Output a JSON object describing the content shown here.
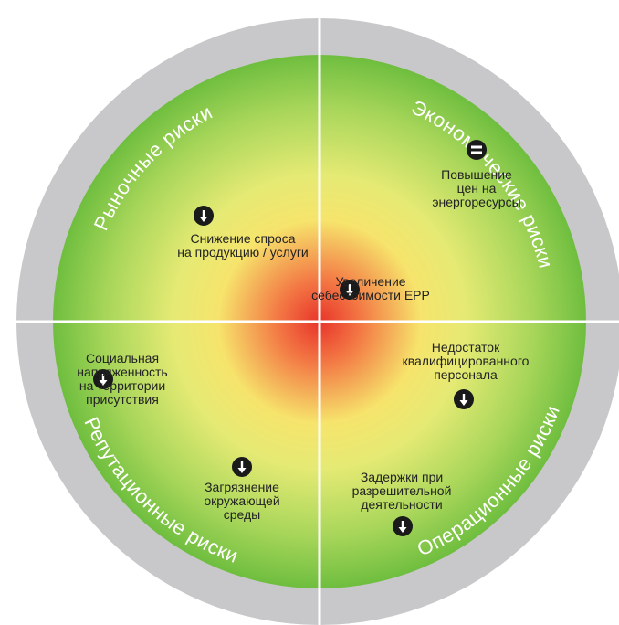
{
  "quadrants": {
    "market": {
      "title": "Рыночные риски"
    },
    "economic": {
      "title": "Экономические риски"
    },
    "reputational": {
      "title": "Репутационные риски"
    },
    "operational": {
      "title": "Операционные риски"
    }
  },
  "risks": [
    {
      "id": "demand",
      "trend": "down",
      "lines": [
        "Снижение спроса",
        "на продукцию / услуги"
      ]
    },
    {
      "id": "energy-prices",
      "trend": "equal",
      "lines": [
        "Повышение",
        "цен на",
        "энергоресурсы"
      ]
    },
    {
      "id": "cost",
      "trend": "down",
      "lines": [
        "Увеличение",
        "себестоимости ЕРР"
      ]
    },
    {
      "id": "social",
      "trend": "down",
      "lines": [
        "Социальная",
        "напряженность",
        "на территории",
        "присутствия"
      ]
    },
    {
      "id": "environment",
      "trend": "down",
      "lines": [
        "Загрязнение",
        "окружающей",
        "среды"
      ]
    },
    {
      "id": "staff",
      "trend": "down",
      "lines": [
        "Недостаток",
        "квалифицированного",
        "персонала"
      ]
    },
    {
      "id": "permits",
      "trend": "down",
      "lines": [
        "Задержки при",
        "разрешительной",
        "деятельности"
      ]
    }
  ],
  "colors": {
    "ring": "#c8c8ca",
    "center": "#e8342a",
    "mid": "#f4ec72",
    "outer": "#7dc242",
    "icon": "#1a1a1a"
  }
}
